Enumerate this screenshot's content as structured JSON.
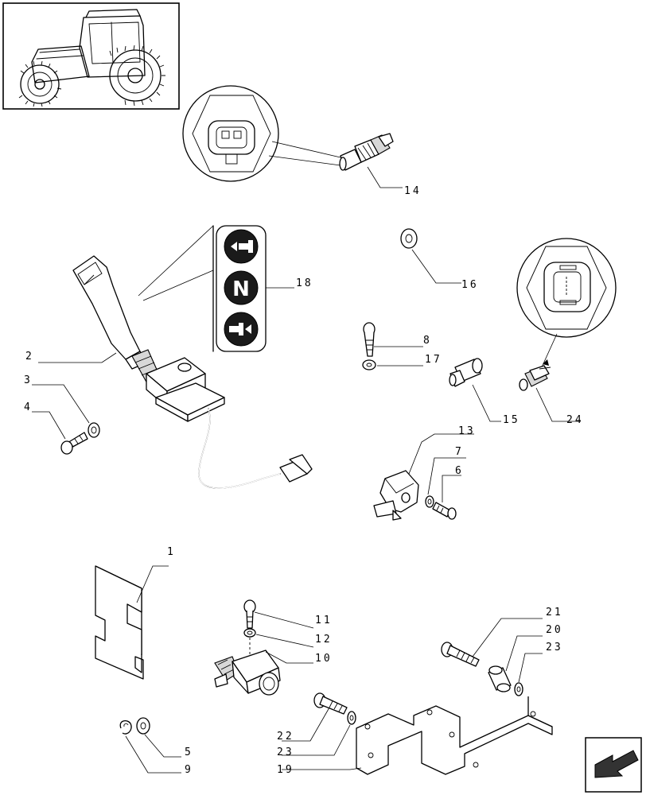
{
  "callouts": {
    "c1": "1",
    "c2": "2",
    "c3": "3",
    "c4": "4",
    "c5": "5",
    "c6": "6",
    "c7": "7",
    "c8": "8",
    "c9": "9",
    "c10": "10",
    "c11": "11",
    "c12": "12",
    "c13": "13",
    "c14": "14",
    "c15": "15",
    "c16": "16",
    "c17": "17",
    "c18": "18",
    "c19": "19",
    "c20": "20",
    "c21": "21",
    "c22": "22",
    "c23a": "23",
    "c23b": "23",
    "c24": "24"
  },
  "decal": {
    "neutral_letter": "N"
  }
}
